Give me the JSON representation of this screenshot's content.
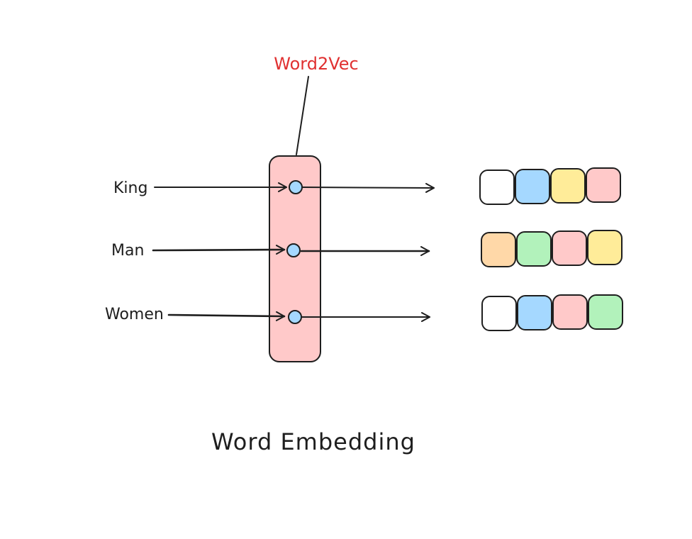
{
  "model": {
    "label": "Word2Vec",
    "label_color": "#e03131",
    "box_fill": "#ffc9c9",
    "node_fill": "#a5d8ff"
  },
  "words": [
    {
      "label": "King",
      "vector_colors": [
        "#ffffff",
        "#a5d8ff",
        "#ffec99",
        "#ffc9c9"
      ]
    },
    {
      "label": "Man",
      "vector_colors": [
        "#ffd8a8",
        "#b2f2bb",
        "#ffc9c9",
        "#ffec99"
      ]
    },
    {
      "label": "Women",
      "vector_colors": [
        "#ffffff",
        "#a5d8ff",
        "#ffc9c9",
        "#b2f2bb"
      ]
    }
  ],
  "caption": "Word Embedding"
}
